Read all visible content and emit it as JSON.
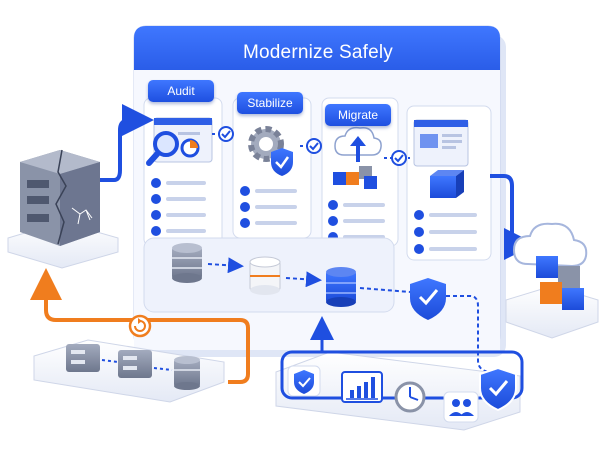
{
  "panel": {
    "title": "Modernize Safely"
  },
  "stages": [
    {
      "label": "Audit"
    },
    {
      "label": "Stabilize"
    },
    {
      "label": "Migrate"
    },
    {
      "label": ""
    }
  ],
  "colors": {
    "brand_blue": "#1f4fe0",
    "accent_orange": "#f07d1e",
    "legacy_gray": "#8a93a8",
    "panel_bg": "#f4f7ff"
  },
  "icons": {
    "legacy": "cracked-server-icon",
    "audit": "magnifier-report-icon",
    "stabilize": "gear-shield-icon",
    "migrate": "cloud-upload-icon",
    "deploy": "app-window-icon",
    "target": "cloud-icon",
    "rollback": "refresh-icon",
    "monitor_tray": [
      "shield-check-icon",
      "bar-chart-icon",
      "clock-icon",
      "users-icon",
      "shield-check-icon"
    ]
  }
}
